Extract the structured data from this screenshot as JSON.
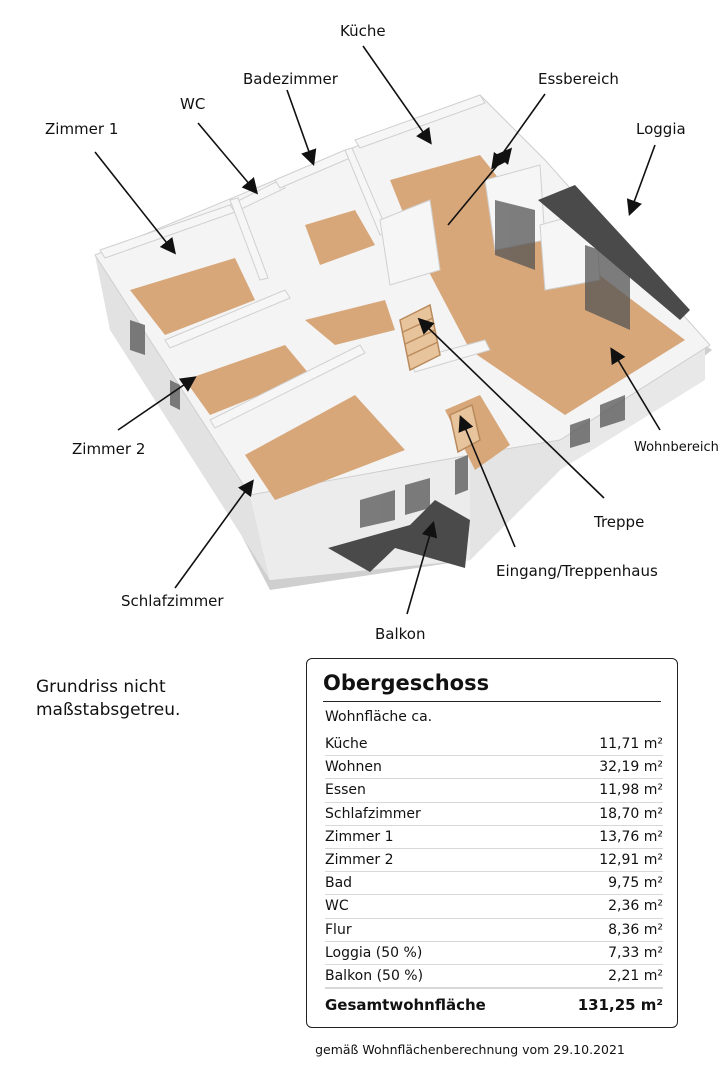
{
  "room_labels": {
    "kueche": "Küche",
    "badezimmer": "Badezimmer",
    "essbereich": "Essbereich",
    "wc": "WC",
    "zimmer1": "Zimmer 1",
    "loggia": "Loggia",
    "zimmer2": "Zimmer 2",
    "wohnbereich": "Wohnbereich",
    "treppe": "Treppe",
    "eingang": "Eingang/Treppenhaus",
    "schlafzimmer": "Schlafzimmer",
    "balkon": "Balkon"
  },
  "note": {
    "line1": "Grundriss nicht",
    "line2": "maßstabsgetreu."
  },
  "area_table": {
    "title": "Obergeschoss",
    "subtitle": "Wohnfläche ca.",
    "rows": [
      {
        "name": "Küche",
        "value": "11,71 m²"
      },
      {
        "name": "Wohnen",
        "value": "32,19 m²"
      },
      {
        "name": "Essen",
        "value": "11,98 m²"
      },
      {
        "name": "Schlafzimmer",
        "value": "18,70 m²"
      },
      {
        "name": "Zimmer 1",
        "value": "13,76 m²"
      },
      {
        "name": "Zimmer 2",
        "value": "12,91 m²"
      },
      {
        "name": "Bad",
        "value": "9,75 m²"
      },
      {
        "name": "WC",
        "value": "2,36 m²"
      },
      {
        "name": "Flur",
        "value": "8,36 m²"
      },
      {
        "name": "Loggia (50 %)",
        "value": "7,33 m²"
      },
      {
        "name": "Balkon (50 %)",
        "value": "2,21 m²"
      }
    ],
    "total_label": "Gesamtwohnfläche",
    "total_value": "131,25 m²"
  },
  "footnote": "gemäß Wohnflächenberechnung vom 29.10.2021",
  "colors": {
    "floor": "#d7a77a",
    "wall_top": "#ffffff",
    "wall_side": "#d9d9d9",
    "balcony": "#4a4a4a"
  }
}
